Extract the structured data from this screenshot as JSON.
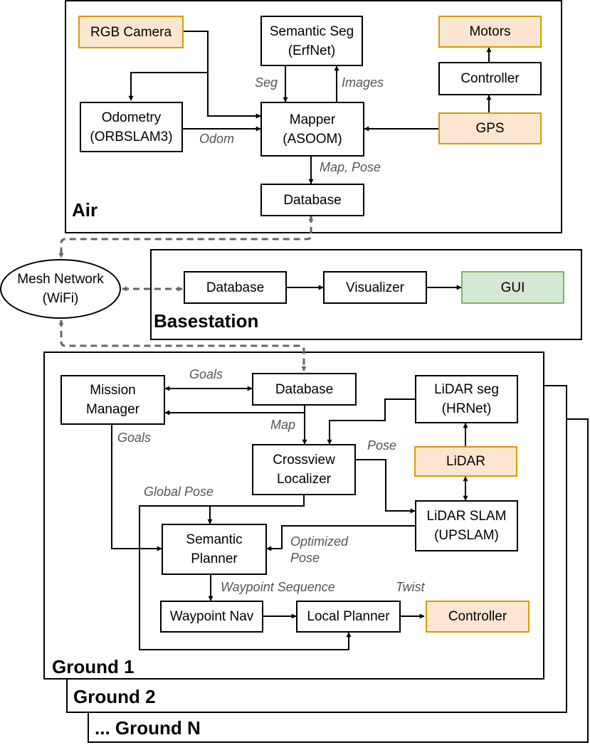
{
  "systems": {
    "air": "Air",
    "basestation": "Basestation",
    "ground1": "Ground 1",
    "ground2": "Ground 2",
    "groundN": "... Ground N"
  },
  "network": {
    "label": "Mesh Network\n(WiFi)"
  },
  "air": {
    "rgb_camera": "RGB Camera",
    "semantic_seg": "Semantic Seg\n(ErfNet)",
    "motors": "Motors",
    "controller": "Controller",
    "odometry": "Odometry\n(ORBSLAM3)",
    "mapper": "Mapper\n(ASOOM)",
    "gps": "GPS",
    "database": "Database"
  },
  "basestation": {
    "database": "Database",
    "visualizer": "Visualizer",
    "gui": "GUI"
  },
  "ground": {
    "mission_manager": "Mission\nManager",
    "database": "Database",
    "lidar_seg": "LiDAR seg\n(HRNet)",
    "crossview_localizer": "Crossview\nLocalizer",
    "lidar": "LiDAR",
    "lidar_slam": "LiDAR SLAM\n(UPSLAM)",
    "semantic_planner": "Semantic\nPlanner",
    "waypoint_nav": "Waypoint Nav",
    "local_planner": "Local Planner",
    "controller": "Controller"
  },
  "edge_labels": {
    "seg": "Seg",
    "images": "Images",
    "odom": "Odom",
    "map_pose": "Map, Pose",
    "goals_top": "Goals",
    "goals_left": "Goals",
    "map": "Map",
    "pose": "Pose",
    "global_pose": "Global Pose",
    "optimized_pose": "Optimized\nPose",
    "waypoint_sequence": "Waypoint Sequence",
    "twist": "Twist"
  },
  "colors": {
    "hardware_fill": "#fde6d1",
    "hardware_border": "#d79b00",
    "gui_fill": "#d5e8d4",
    "gui_border": "#82b366",
    "dashed_link": "#666666",
    "edge_label": "#555555"
  }
}
